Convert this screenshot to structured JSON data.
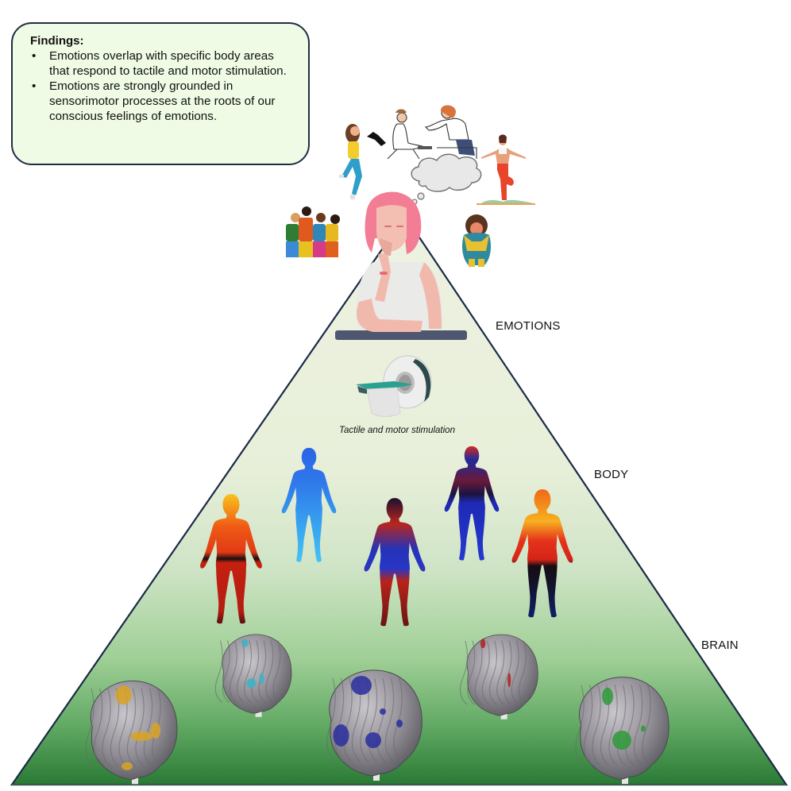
{
  "findings": {
    "title": "Findings:",
    "items": [
      "Emotions overlap with specific body areas that respond to tactile and motor stimulation.",
      "Emotions are strongly grounded in sensorimotor processes at the roots of our conscious feelings of emotions."
    ]
  },
  "levels": {
    "emotions": "EMOTIONS",
    "body": "BODY",
    "brain": "BRAIN"
  },
  "scanner_caption": "Tactile and motor stimulation",
  "emotion_illustrations": [
    "happy-jumping-woman",
    "arguing-people",
    "yoga-woman",
    "group-hug",
    "crying-girl",
    "thought-cloud",
    "pensive-woman"
  ],
  "body_maps": [
    {
      "id": 1,
      "palette": "warm"
    },
    {
      "id": 2,
      "palette": "cool"
    },
    {
      "id": 3,
      "palette": "mixed"
    },
    {
      "id": 4,
      "palette": "cool-red-head"
    },
    {
      "id": 5,
      "palette": "warm-dark-limbs"
    }
  ],
  "brains": [
    {
      "id": 1,
      "activation_color": "#d9a323"
    },
    {
      "id": 2,
      "activation_color": "#3bb3c9"
    },
    {
      "id": 3,
      "activation_color": "#2a2e9e"
    },
    {
      "id": 4,
      "activation_color": "#b2201f"
    },
    {
      "id": 5,
      "activation_color": "#2f9a3a"
    }
  ],
  "colors": {
    "triangle_top": "#eef2e0",
    "triangle_bottom": "#2f7d38",
    "triangle_edge": "#1b2a47",
    "findings_bg": "#effbe4"
  }
}
